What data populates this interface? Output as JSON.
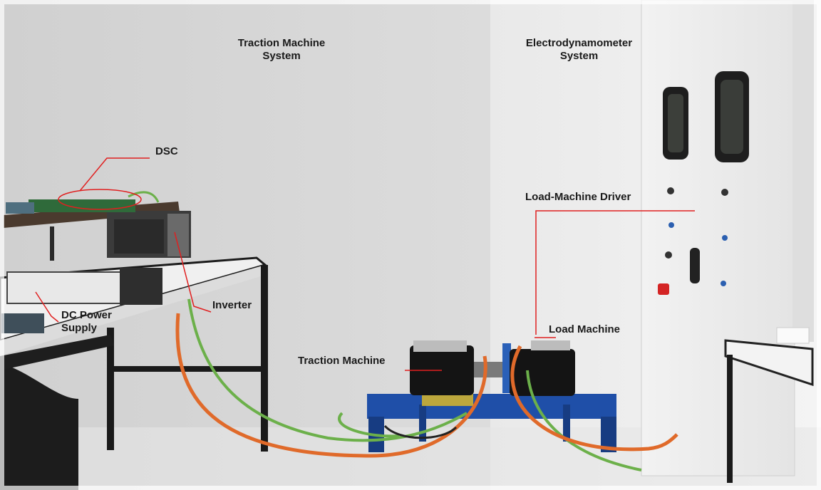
{
  "labels": {
    "traction_system_line1": "Traction Machine",
    "traction_system_line2": "System",
    "electro_system_line1": "Electrodynamometer",
    "electro_system_line2": "System",
    "dsc": "DSC",
    "load_machine_driver": "Load-Machine Driver",
    "inverter": "Inverter",
    "dc_power_supply_line1": "DC Power",
    "dc_power_supply_line2": "Supply",
    "traction_machine": "Traction Machine",
    "load_machine": "Load Machine"
  },
  "colors": {
    "left_background": "#d8d8d8",
    "right_background": "#ececec",
    "annotation_line": "#e02020",
    "cable_green": "#6cb04a",
    "cable_orange": "#e06a2a",
    "test_bench": "#1f4fa8"
  }
}
